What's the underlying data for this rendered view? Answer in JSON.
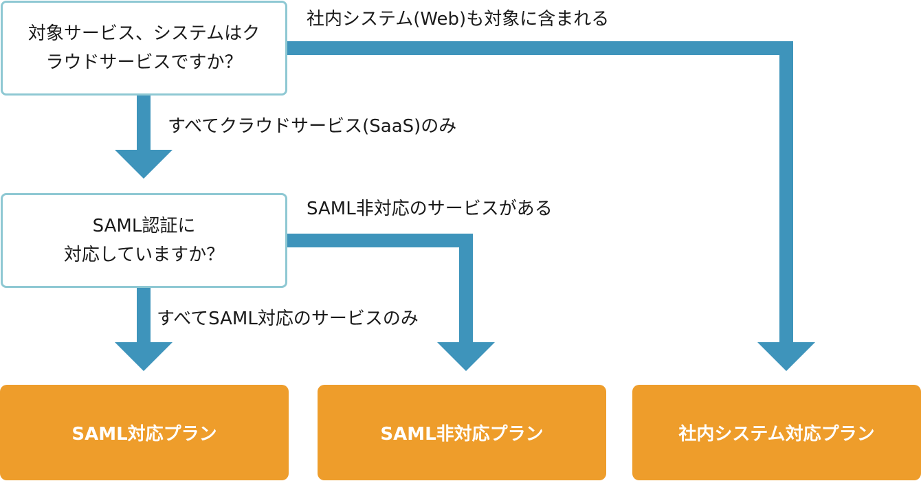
{
  "colors": {
    "arrow": "#3e94bb",
    "decision_border": "#8ec8d3",
    "plan_fill": "#ee9d2b",
    "plan_text": "#ffffff"
  },
  "decisions": {
    "q1": {
      "line1": "対象サービス、システムはク",
      "line2": "ラウドサービスですか？"
    },
    "q2": {
      "line1": "SAML認証に",
      "line2": "対応していますか？"
    }
  },
  "edge_labels": {
    "internal_web": "社内システム(Web)も対象に含まれる",
    "all_saas": "すべてクラウドサービス(SaaS)のみ",
    "has_non_saml": "SAML非対応のサービスがある",
    "all_saml": "すべてSAML対応のサービスのみ"
  },
  "plans": {
    "saml": "SAML対応プラン",
    "non_saml": "SAML非対応プラン",
    "internal": "社内システム対応プラン"
  }
}
